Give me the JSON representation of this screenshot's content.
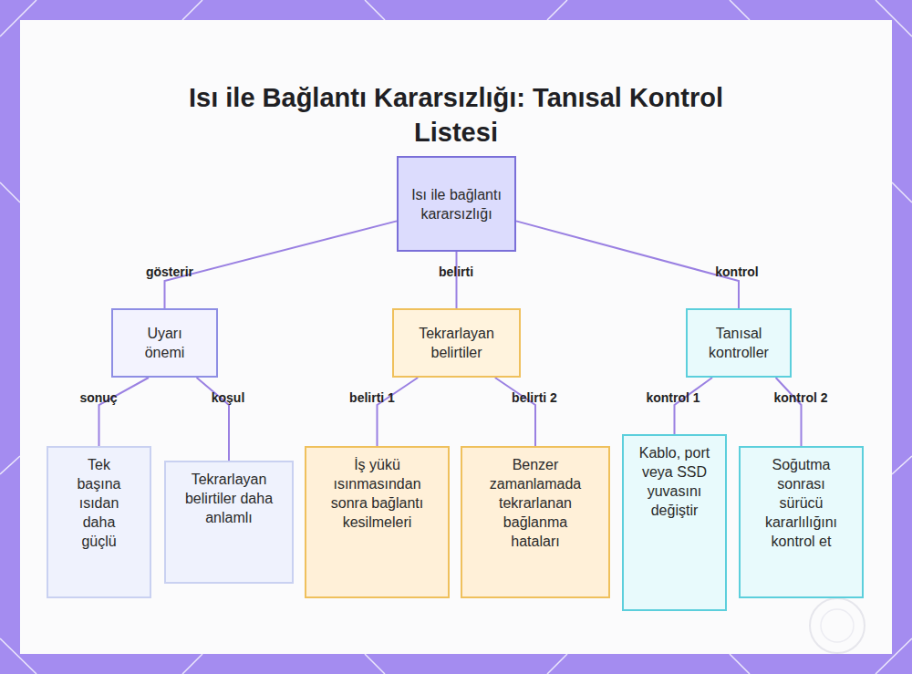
{
  "diagram": {
    "title": "Isı ile Bağlantı Kararsızlığı: Tanısal Kontrol Listesi",
    "nodes": [
      {
        "text": [
          "Isı ile bağlantı kararsızlığı"
        ]
      },
      {
        "text": [
          "Uyarı önemi"
        ]
      },
      {
        "text": [
          "Tekrarlayan belirtiler"
        ]
      },
      {
        "text": [
          "Tanısal kontroller"
        ]
      },
      {
        "text": [
          "Tek başına ısıdan daha güçlü"
        ]
      },
      {
        "text": [
          "Tekrarlayan belirtiler daha anlamlı"
        ]
      },
      {
        "text": [
          "İş yükü ısınmasından sonra bağlantı kesilmeleri"
        ]
      },
      {
        "text": [
          "Benzer zamanlamada tekrarlanan bağlanma hataları"
        ]
      },
      {
        "text": [
          "Kablo, port veya SSD yuvasını değiştir"
        ]
      },
      {
        "text": [
          "Soğutma sonrası sürücü kararlılığını kontrol et"
        ]
      }
    ],
    "edges": [
      {
        "from": 0,
        "to": 1,
        "label": "gösterir",
        "arrow": "none"
      },
      {
        "from": 0,
        "to": 2,
        "label": "belirti",
        "arrow": "none"
      },
      {
        "from": 0,
        "to": 3,
        "label": "kontrol",
        "arrow": "none"
      },
      {
        "from": 1,
        "to": 4,
        "label": "sonuç",
        "arrow": "none"
      },
      {
        "from": 1,
        "to": 5,
        "label": "koşul",
        "arrow": "none"
      },
      {
        "from": 2,
        "to": 6,
        "label": "belirti 1",
        "arrow": "none"
      },
      {
        "from": 2,
        "to": 7,
        "label": "belirti 2",
        "arrow": "none"
      },
      {
        "from": 3,
        "to": 8,
        "label": "kontrol 1",
        "arrow": "none"
      },
      {
        "from": 3,
        "to": 9,
        "label": "kontrol 2",
        "arrow": "none"
      }
    ]
  }
}
